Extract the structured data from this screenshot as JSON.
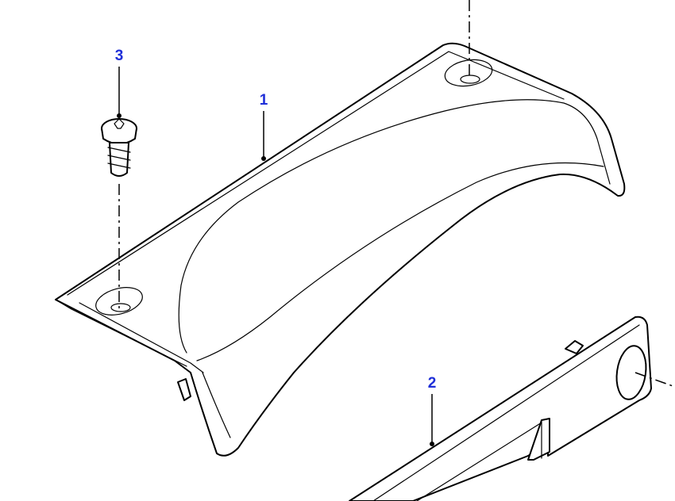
{
  "callouts": [
    {
      "id": "1",
      "label": "1"
    },
    {
      "id": "2",
      "label": "2"
    },
    {
      "id": "3",
      "label": "3"
    }
  ],
  "colors": {
    "callout": "#1f2fd8",
    "line": "#000000",
    "background": "#ffffff"
  }
}
